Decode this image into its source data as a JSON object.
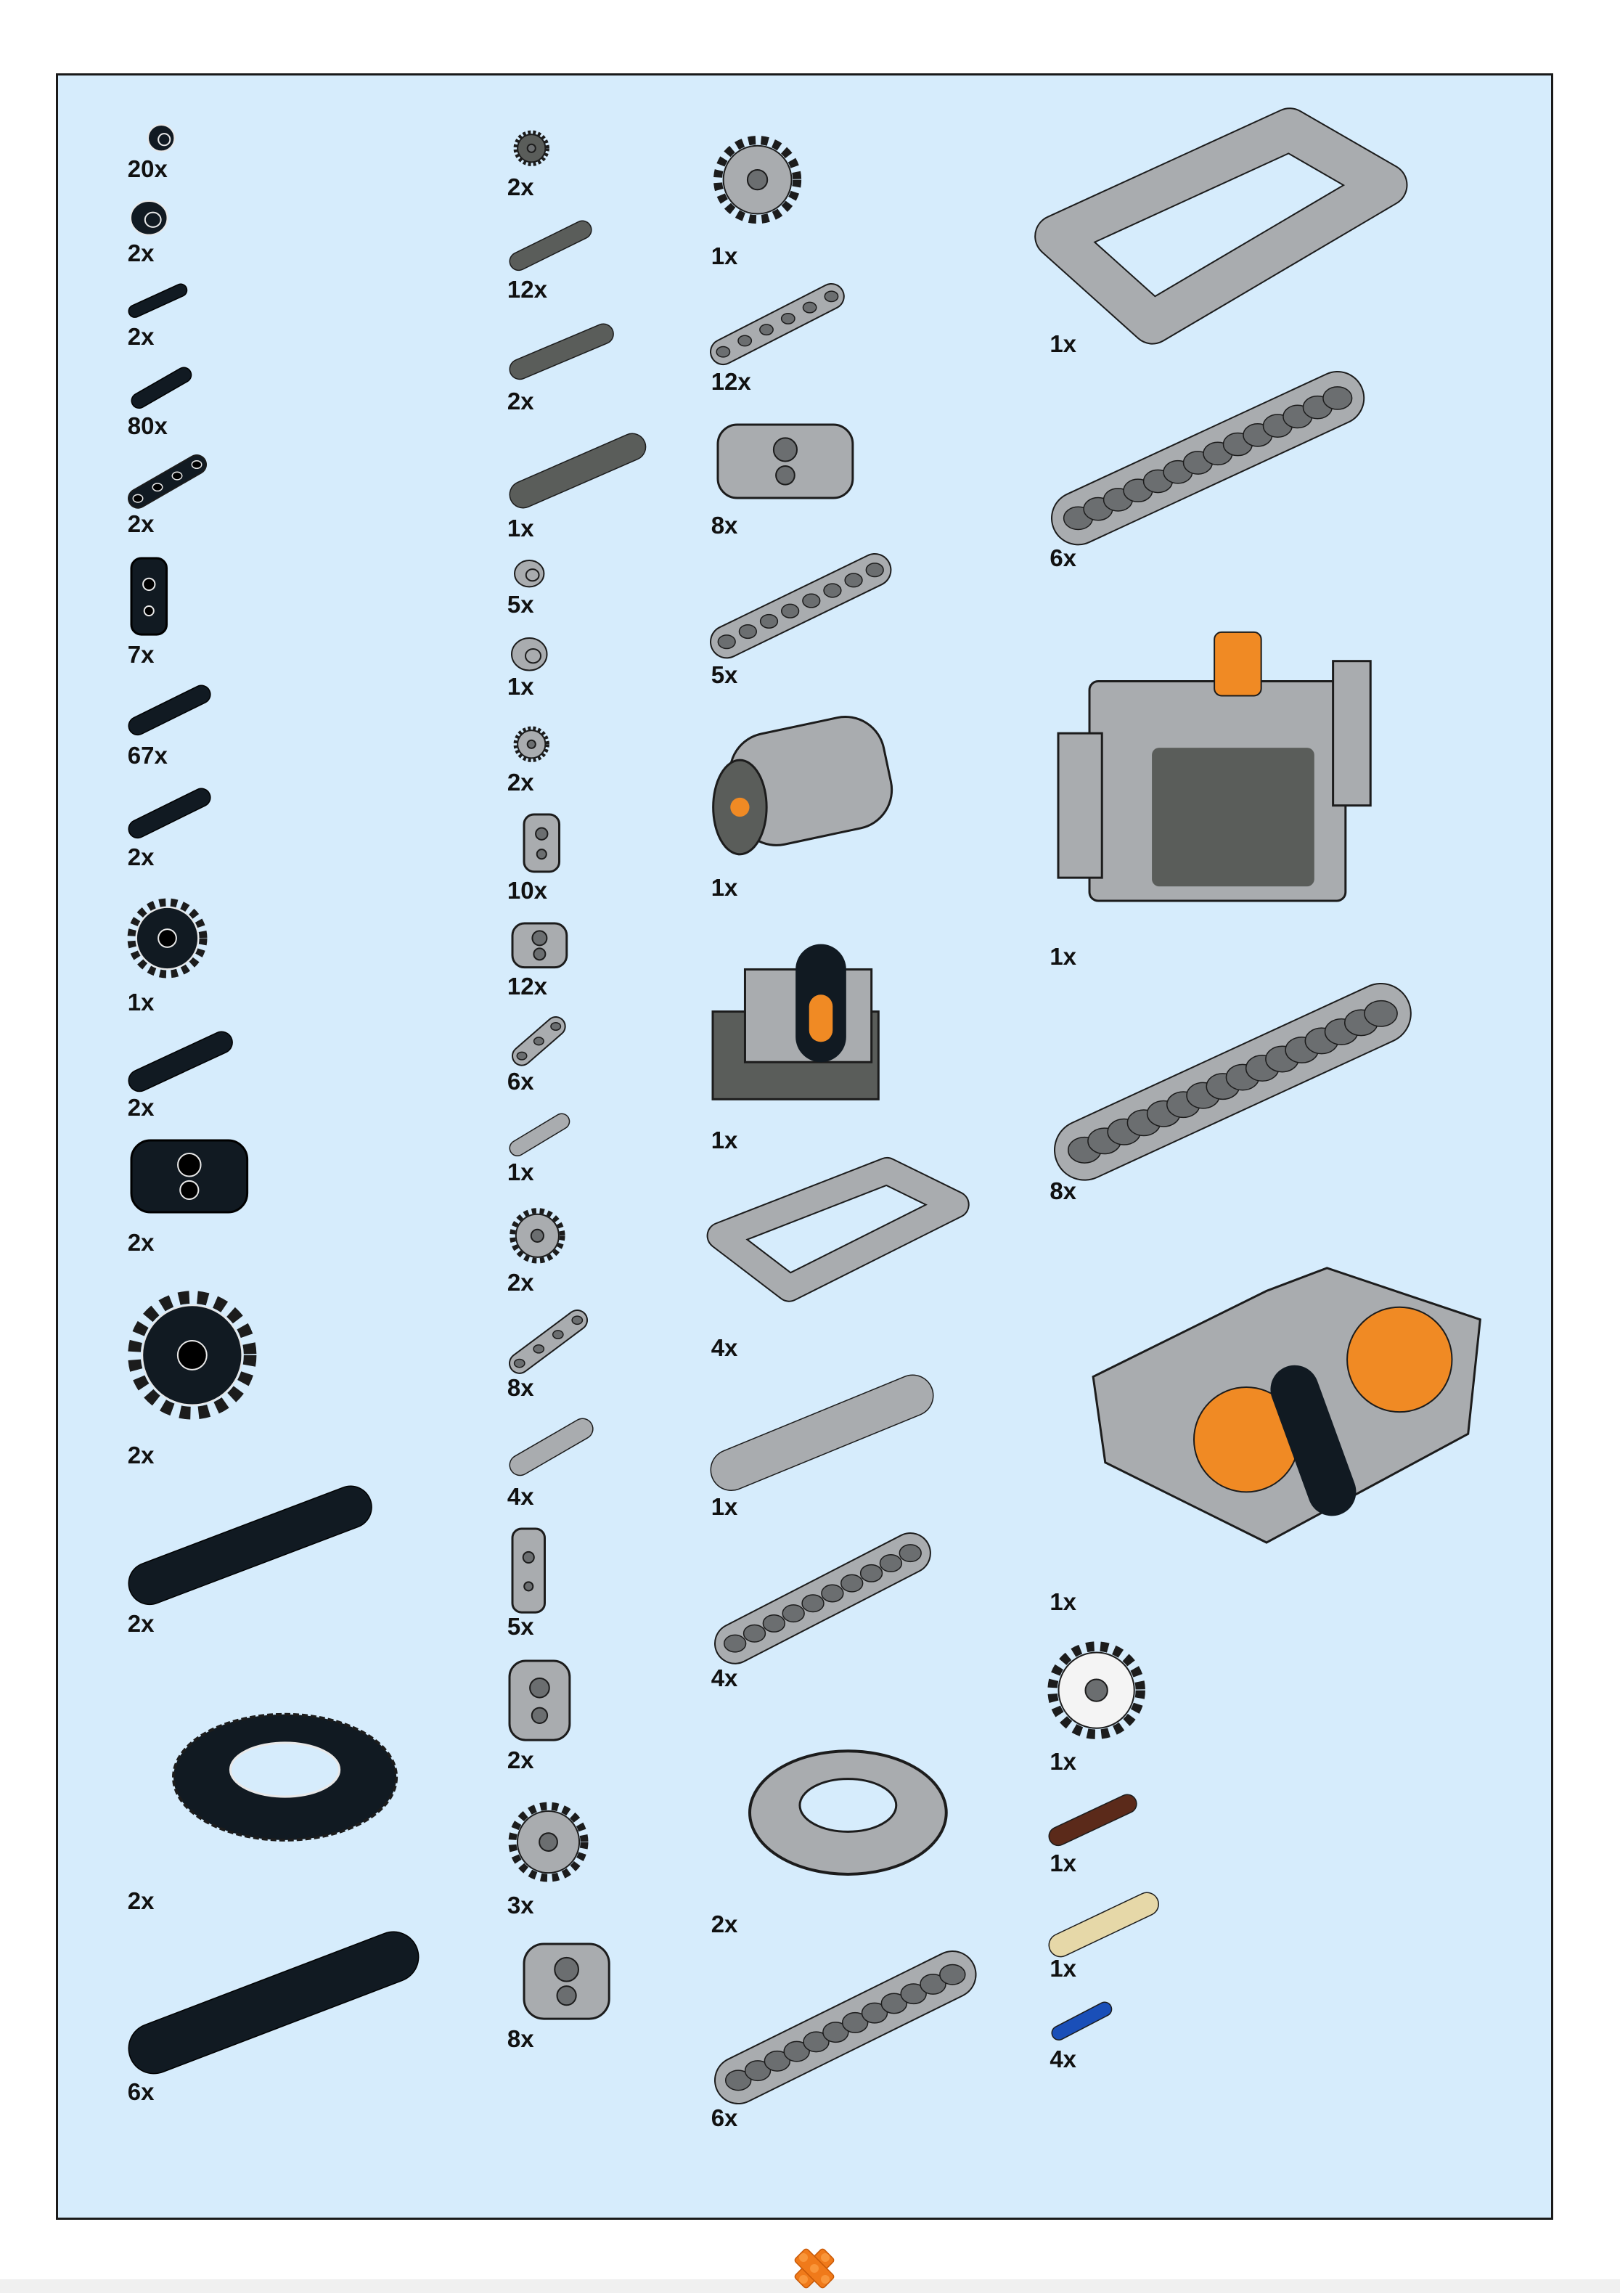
{
  "page": {
    "background_color": "#d6ecfc",
    "logo": "orange-cross-plate-logo-icon"
  },
  "columns": [
    {
      "items": [
        {
          "qty": "20x",
          "icon": "round-cap-icon",
          "color": "#111a22"
        },
        {
          "qty": "2x",
          "icon": "bush-icon",
          "color": "#111a22"
        },
        {
          "qty": "2x",
          "icon": "axle-pin-icon",
          "color": "#111a22"
        },
        {
          "qty": "80x",
          "icon": "friction-pin-icon",
          "color": "#111a22"
        },
        {
          "qty": "2x",
          "icon": "beam-3-icon",
          "color": "#111a22"
        },
        {
          "qty": "7x",
          "icon": "cross-block-icon",
          "color": "#111a22"
        },
        {
          "qty": "67x",
          "icon": "long-pin-icon",
          "color": "#111a22"
        },
        {
          "qty": "2x",
          "icon": "axle-pin-long-icon",
          "color": "#111a22"
        },
        {
          "qty": "1x",
          "icon": "gear-24-icon",
          "color": "#111a22"
        },
        {
          "qty": "2x",
          "icon": "axle-icon",
          "color": "#111a22"
        },
        {
          "qty": "2x",
          "icon": "connector-block-icon",
          "color": "#111a22"
        },
        {
          "qty": "2x",
          "icon": "gear-40-icon",
          "color": "#111a22"
        },
        {
          "qty": "2x",
          "icon": "axle-long-icon",
          "color": "#111a22"
        },
        {
          "qty": "2x",
          "icon": "turntable-icon",
          "color": "#111a22"
        },
        {
          "qty": "6x",
          "icon": "axle-extra-long-icon",
          "color": "#111a22"
        }
      ]
    },
    {
      "items": [
        {
          "qty": "2x",
          "icon": "gear-8-icon",
          "color": "#5a5d5a"
        },
        {
          "qty": "12x",
          "icon": "axle-pin-icon",
          "color": "#5a5d5a"
        },
        {
          "qty": "2x",
          "icon": "axle-icon",
          "color": "#5a5d5a"
        },
        {
          "qty": "1x",
          "icon": "axle-long-icon",
          "color": "#5a5d5a"
        },
        {
          "qty": "5x",
          "icon": "half-bush-icon",
          "color": "#a9acaf"
        },
        {
          "qty": "1x",
          "icon": "bush-icon",
          "color": "#a9acaf"
        },
        {
          "qty": "2x",
          "icon": "knob-gear-icon",
          "color": "#a9acaf"
        },
        {
          "qty": "10x",
          "icon": "angle-connector-icon",
          "color": "#a9acaf"
        },
        {
          "qty": "12x",
          "icon": "pin-connector-icon",
          "color": "#a9acaf"
        },
        {
          "qty": "6x",
          "icon": "beam-2-icon",
          "color": "#a9acaf"
        },
        {
          "qty": "1x",
          "icon": "pin-icon",
          "color": "#a9acaf"
        },
        {
          "qty": "2x",
          "icon": "gear-12-icon",
          "color": "#a9acaf"
        },
        {
          "qty": "8x",
          "icon": "beam-3-icon",
          "color": "#a9acaf"
        },
        {
          "qty": "4x",
          "icon": "axle-connector-icon",
          "color": "#a9acaf"
        },
        {
          "qty": "5x",
          "icon": "cross-connector-icon",
          "color": "#a9acaf"
        },
        {
          "qty": "2x",
          "icon": "angle-connector-2-icon",
          "color": "#a9acaf"
        },
        {
          "qty": "3x",
          "icon": "gear-20-icon",
          "color": "#a9acaf"
        },
        {
          "qty": "8x",
          "icon": "t-beam-icon",
          "color": "#a9acaf"
        }
      ]
    },
    {
      "items": [
        {
          "qty": "1x",
          "icon": "gear-24-icon",
          "color": "#a9acaf"
        },
        {
          "qty": "12x",
          "icon": "beam-5-icon",
          "color": "#a9acaf"
        },
        {
          "qty": "8x",
          "icon": "triangle-beam-icon",
          "color": "#a9acaf"
        },
        {
          "qty": "5x",
          "icon": "beam-7-icon",
          "color": "#a9acaf"
        },
        {
          "qty": "1x",
          "icon": "motor-icon",
          "color": "#5a5d5a"
        },
        {
          "qty": "1x",
          "icon": "ir-receiver-icon",
          "color": "#a9acaf"
        },
        {
          "qty": "4x",
          "icon": "open-frame-icon",
          "color": "#a9acaf"
        },
        {
          "qty": "1x",
          "icon": "axle-long-icon",
          "color": "#a9acaf"
        },
        {
          "qty": "4x",
          "icon": "beam-9-icon",
          "color": "#a9acaf"
        },
        {
          "qty": "2x",
          "icon": "turntable-icon",
          "color": "#a9acaf"
        },
        {
          "qty": "6x",
          "icon": "beam-11-icon",
          "color": "#a9acaf"
        }
      ]
    },
    {
      "items": [
        {
          "qty": "1x",
          "icon": "ladder-frame-icon",
          "color": "#a9acaf"
        },
        {
          "qty": "6x",
          "icon": "beam-13-icon",
          "color": "#a9acaf"
        },
        {
          "qty": "1x",
          "icon": "battery-box-icon",
          "color": "#a9acaf"
        },
        {
          "qty": "8x",
          "icon": "beam-15-icon",
          "color": "#a9acaf"
        },
        {
          "qty": "1x",
          "icon": "ir-remote-icon",
          "color": "#a9acaf"
        },
        {
          "qty": "1x",
          "icon": "gear-24-icon",
          "color": "#f4f4f4"
        },
        {
          "qty": "1x",
          "icon": "pin-icon",
          "color": "#5b2a1a"
        },
        {
          "qty": "1x",
          "icon": "axle-icon",
          "color": "#e6d8a8"
        },
        {
          "qty": "4x",
          "icon": "pin-icon",
          "color": "#1a4fb8"
        }
      ]
    }
  ]
}
